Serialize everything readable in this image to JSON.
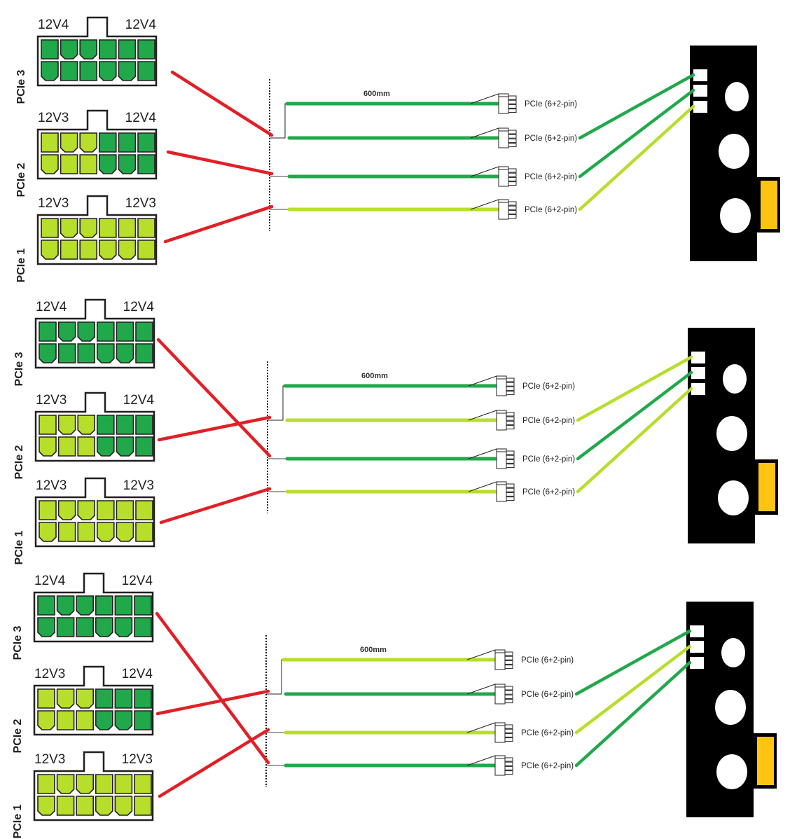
{
  "title": "PSU PCIe modular output to GPU cable mapping",
  "colors": {
    "rail_12v3": "#b6de2b",
    "rail_12v4": "#21a84b",
    "red_wire": "#e21f26",
    "gpu_body": "#000000",
    "gpu_port": "#ffffff",
    "gpu_bracket": "#fdc512",
    "outline": "#231f20"
  },
  "connector_label": "PCIe (6+2-pin)",
  "cable_length_label": "600mm",
  "panels": [
    {
      "id": "config-1",
      "psu_ports": [
        {
          "name": "PCIe 3",
          "left_label": "12V4",
          "right_label": "12V4",
          "left_rail": "12V4",
          "right_rail": "12V4"
        },
        {
          "name": "PCIe 2",
          "left_label": "12V3",
          "right_label": "12V4",
          "left_rail": "12V3",
          "right_rail": "12V4"
        },
        {
          "name": "PCIe 1",
          "left_label": "12V3",
          "right_label": "12V3",
          "left_rail": "12V3",
          "right_rail": "12V3"
        }
      ],
      "red_links": [
        {
          "from_port": "PCIe 3",
          "to_cable_pair": 1
        },
        {
          "from_port": "PCIe 2",
          "to_cable": 3
        },
        {
          "from_port": "PCIe 1",
          "to_cable": 4
        }
      ],
      "cables": [
        {
          "rail": "12V4",
          "label": "PCIe (6+2-pin)"
        },
        {
          "rail": "12V4",
          "label": "PCIe (6+2-pin)"
        },
        {
          "rail": "12V4",
          "label": "PCIe (6+2-pin)"
        },
        {
          "rail": "12V3",
          "label": "PCIe (6+2-pin)"
        }
      ],
      "gpu_links": [
        {
          "from_cable": 2,
          "to_gpu_port": 1,
          "rail": "12V4"
        },
        {
          "from_cable": 3,
          "to_gpu_port": 2,
          "rail": "12V4"
        },
        {
          "from_cable": 4,
          "to_gpu_port": 3,
          "rail": "12V3"
        }
      ]
    },
    {
      "id": "config-2",
      "psu_ports": [
        {
          "name": "PCIe 3",
          "left_label": "12V4",
          "right_label": "12V4",
          "left_rail": "12V4",
          "right_rail": "12V4"
        },
        {
          "name": "PCIe 2",
          "left_label": "12V3",
          "right_label": "12V4",
          "left_rail": "12V3",
          "right_rail": "12V4"
        },
        {
          "name": "PCIe 1",
          "left_label": "12V3",
          "right_label": "12V3",
          "left_rail": "12V3",
          "right_rail": "12V3"
        }
      ],
      "red_links": [
        {
          "from_port": "PCIe 3",
          "to_cable": 3
        },
        {
          "from_port": "PCIe 2",
          "to_cable_pair": 1
        },
        {
          "from_port": "PCIe 1",
          "to_cable": 4
        }
      ],
      "cables": [
        {
          "rail": "12V4",
          "label": "PCIe (6+2-pin)"
        },
        {
          "rail": "12V3",
          "label": "PCIe (6+2-pin)"
        },
        {
          "rail": "12V4",
          "label": "PCIe (6+2-pin)"
        },
        {
          "rail": "12V3",
          "label": "PCIe (6+2-pin)"
        }
      ],
      "gpu_links": [
        {
          "from_cable": 2,
          "to_gpu_port": 1,
          "rail": "12V3"
        },
        {
          "from_cable": 3,
          "to_gpu_port": 2,
          "rail": "12V4"
        },
        {
          "from_cable": 4,
          "to_gpu_port": 3,
          "rail": "12V3"
        }
      ]
    },
    {
      "id": "config-3",
      "psu_ports": [
        {
          "name": "PCIe 3",
          "left_label": "12V4",
          "right_label": "12V4",
          "left_rail": "12V4",
          "right_rail": "12V4"
        },
        {
          "name": "PCIe 2",
          "left_label": "12V3",
          "right_label": "12V4",
          "left_rail": "12V3",
          "right_rail": "12V4"
        },
        {
          "name": "PCIe 1",
          "left_label": "12V3",
          "right_label": "12V3",
          "left_rail": "12V3",
          "right_rail": "12V3"
        }
      ],
      "red_links": [
        {
          "from_port": "PCIe 3",
          "to_cable": 4
        },
        {
          "from_port": "PCIe 2",
          "to_cable_pair": 1
        },
        {
          "from_port": "PCIe 1",
          "to_cable": 3
        }
      ],
      "cables": [
        {
          "rail": "12V3",
          "label": "PCIe (6+2-pin)"
        },
        {
          "rail": "12V4",
          "label": "PCIe (6+2-pin)"
        },
        {
          "rail": "12V3",
          "label": "PCIe (6+2-pin)"
        },
        {
          "rail": "12V4",
          "label": "PCIe (6+2-pin)"
        }
      ],
      "gpu_links": [
        {
          "from_cable": 2,
          "to_gpu_port": 1,
          "rail": "12V4"
        },
        {
          "from_cable": 3,
          "to_gpu_port": 2,
          "rail": "12V3"
        },
        {
          "from_cable": 4,
          "to_gpu_port": 3,
          "rail": "12V4"
        }
      ]
    }
  ]
}
